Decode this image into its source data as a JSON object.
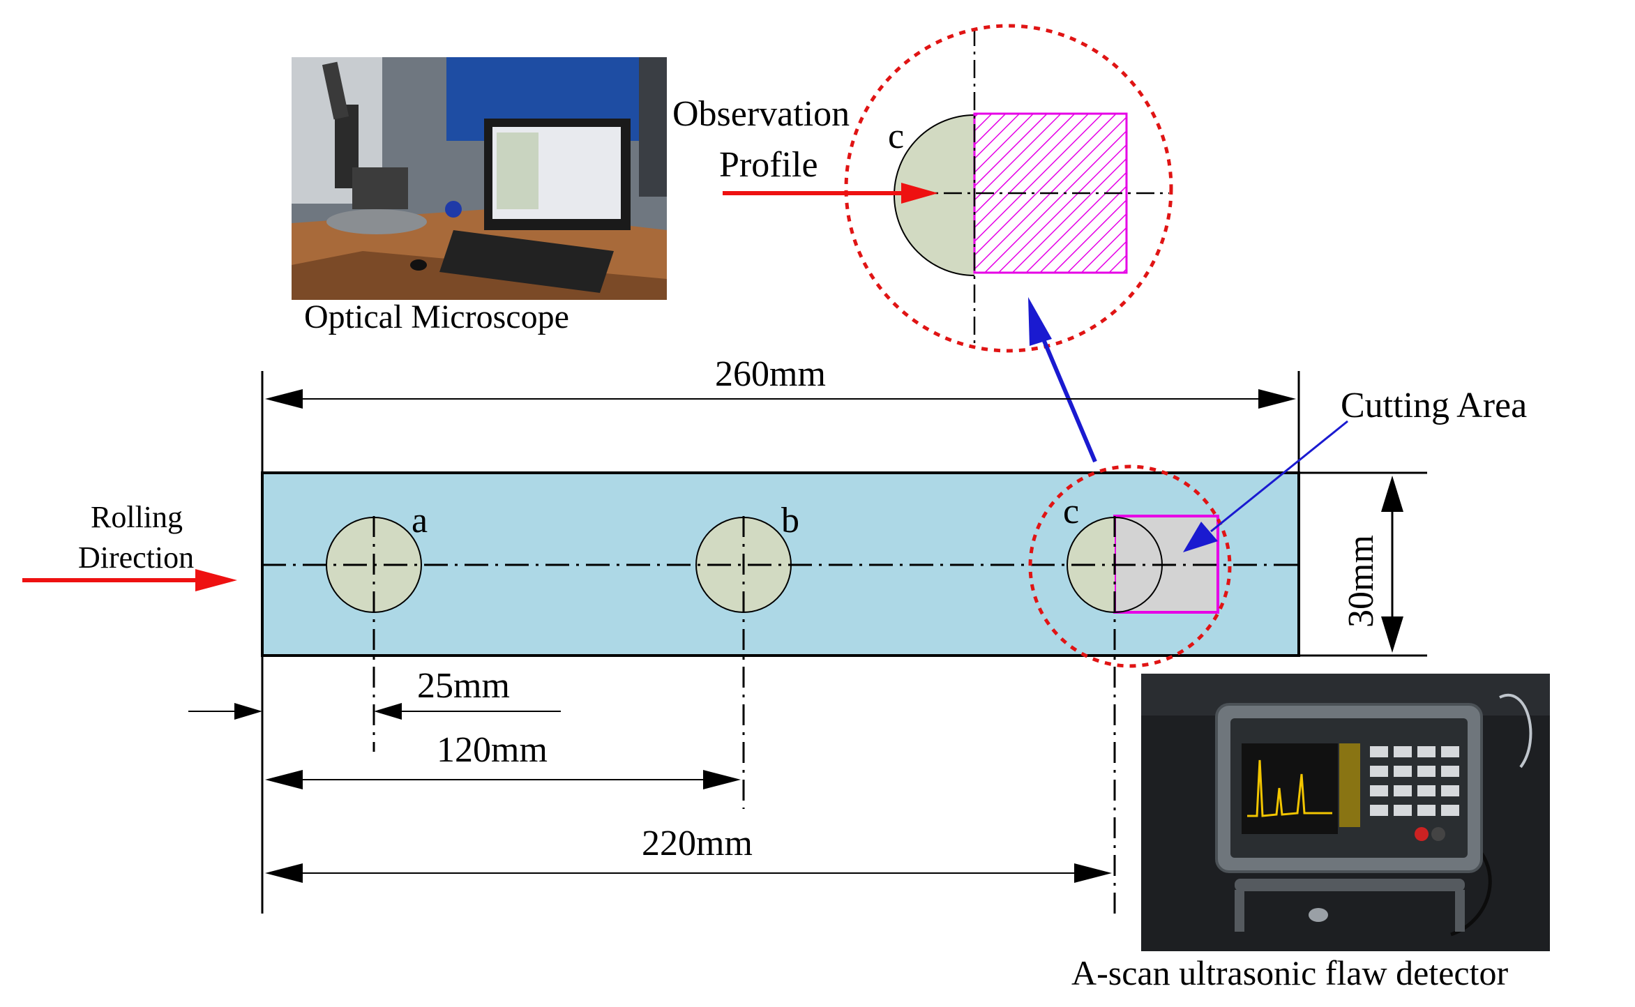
{
  "labels": {
    "observation": "Observation",
    "profile": "Profile",
    "c_top": "c",
    "optical_microscope": "Optical Microscope",
    "dim_total": "260mm",
    "cutting_area": "Cutting Area",
    "rolling": "Rolling",
    "direction": "Direction",
    "a": "a",
    "b": "b",
    "c": "c",
    "dim_width": "30mm",
    "dim_25": "25mm",
    "dim_120": "120mm",
    "dim_220": "220mm",
    "flaw_detector": "A-scan ultrasonic flaw detector"
  },
  "colors": {
    "plate_fill": "#add8e6",
    "hole_fill": "#d2dac2",
    "cut_border": "#e600e6",
    "cut_fill": "#d3d3d3",
    "red_dashed": "#e01414",
    "red_arrow": "#ee1111",
    "blue_arrow": "#1a1ad0"
  },
  "photos": {
    "microscope_icon": "microscope-photo",
    "detector_icon": "flaw-detector-photo"
  }
}
